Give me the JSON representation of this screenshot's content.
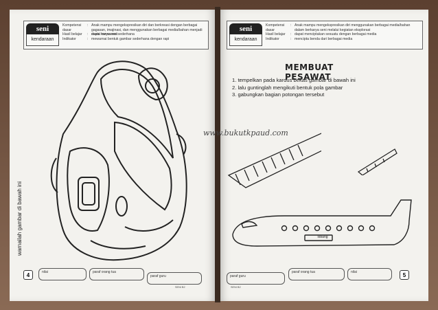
{
  "left_page": {
    "tag": {
      "seni": "seni",
      "kendaraan": "kendaraan"
    },
    "meta": [
      {
        "label": "Kompetensi dasar",
        "value": "Anak mampu mengekspresikan diri dan berkreasi dengan berbagai gagasan, imajinasi, dan menggunakan berbagai media/bahan menjadi suatu karya seni"
      },
      {
        "label": "Hasil belajar",
        "value": "dapat mewarnai sederhana"
      },
      {
        "label": "Indikator",
        "value": "mewarnai bentuk gambar sederhana dengan rapi"
      }
    ],
    "instruction": "warnailah gambar di bawah ini",
    "page_number": "4",
    "footer_boxes": [
      "nilai",
      "paraf orang tua",
      "paraf guru"
    ],
    "code": "SENI B2"
  },
  "right_page": {
    "tag": {
      "seni": "seni",
      "kendaraan": "kendaraan"
    },
    "meta": [
      {
        "label": "Kompetensi dasar",
        "value": "Anak mampu mengekspresikan diri menggunakan berbagai media/bahan dalam berkarya seni melalui kegiatan eksplorasi"
      },
      {
        "label": "Hasil belajar",
        "value": "dapat menciptakan sesuatu dengan berbagai media"
      },
      {
        "label": "Indikator",
        "value": "mencipta benda dari berbagai media"
      }
    ],
    "title": "MEMBUAT PESAWAT",
    "steps": [
      "1. tempelkan pada kardus bekas gambar di bawah ini",
      "2. lalu guntinglah mengikuti bentuk pola gambar",
      "3. gabungkan bagian potongan tersebut"
    ],
    "plane_label": "lobang",
    "page_number": "5",
    "footer_boxes": [
      "paraf guru",
      "paraf orang tua",
      "nilai"
    ],
    "code": "SENI B2"
  },
  "watermark": "www.bukutkpaud.com",
  "colors": {
    "ink": "#222222",
    "paper": "#f3f2ee",
    "background": "#6a4a3a"
  }
}
